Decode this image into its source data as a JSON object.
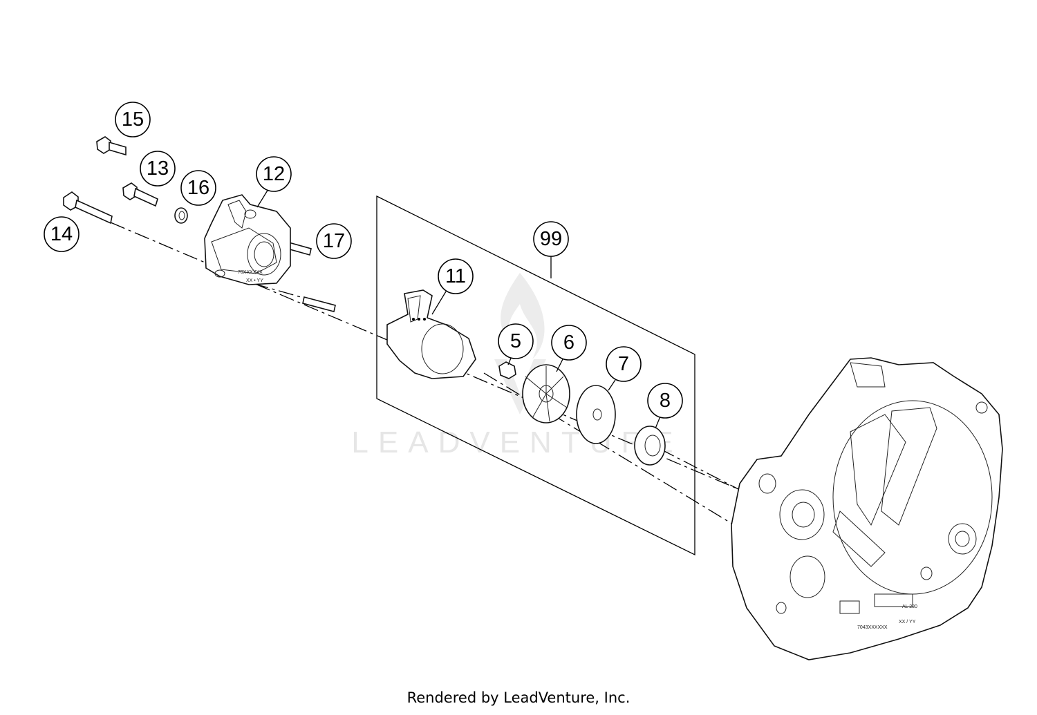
{
  "callouts": [
    {
      "id": "15",
      "label": "15"
    },
    {
      "id": "13",
      "label": "13"
    },
    {
      "id": "16",
      "label": "16"
    },
    {
      "id": "12",
      "label": "12"
    },
    {
      "id": "14",
      "label": "14"
    },
    {
      "id": "17",
      "label": "17"
    },
    {
      "id": "99",
      "label": "99"
    },
    {
      "id": "11",
      "label": "11"
    },
    {
      "id": "5",
      "label": "5"
    },
    {
      "id": "6",
      "label": "6"
    },
    {
      "id": "7",
      "label": "7"
    },
    {
      "id": "8",
      "label": "8"
    }
  ],
  "watermark": "LEADVENTURE",
  "cover_marking": "XX • YY",
  "footer": "Rendered by LeadVenture, Inc."
}
